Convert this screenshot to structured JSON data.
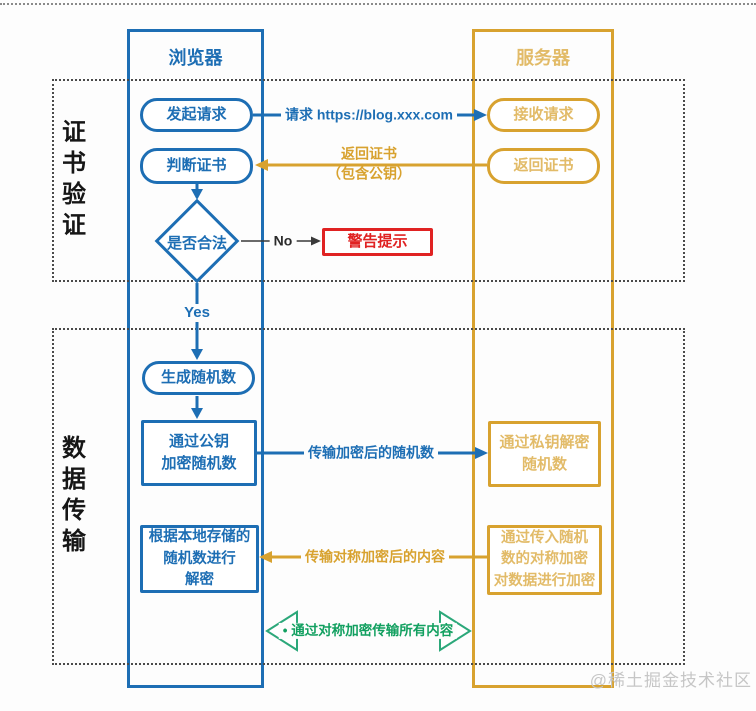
{
  "lanes": {
    "browser": "浏览器",
    "server": "服务器"
  },
  "sections": {
    "cert": "证书验证",
    "data": "数据传输"
  },
  "nodes": {
    "initiate": "发起请求",
    "receive": "接收请求",
    "judge": "判断证书",
    "return_cert": "返回证书",
    "validity": "是否合法",
    "warning": "警告提示",
    "gen_random": "生成随机数",
    "pub_encrypt": "通过公钥\n加密随机数",
    "priv_decrypt": "通过私钥解密\n随机数",
    "local_decrypt": "根据本地存储的\n随机数进行\n解密",
    "sym_encrypt": "通过传入随机\n数的对称加密\n对数据进行加密"
  },
  "edges": {
    "request": "请求 https://blog.xxx.com",
    "return_line1": "返回证书",
    "return_line2": "（包含公钥）",
    "no": "No",
    "yes": "Yes",
    "send_random": "传输加密后的随机数",
    "send_content": "传输对称加密后的内容",
    "symmetric_all": "• 通过对称加密传输所有内容"
  },
  "colors": {
    "blue": "#1d6eb4",
    "gold": "#d8a22f",
    "red": "#e02222",
    "green_stroke": "#2ca87a",
    "green_text": "#12a060",
    "section_dotted": "#4a4a4a",
    "watermark_gray": "#c6c6c6"
  },
  "watermark": "@稀土掘金技术社区"
}
